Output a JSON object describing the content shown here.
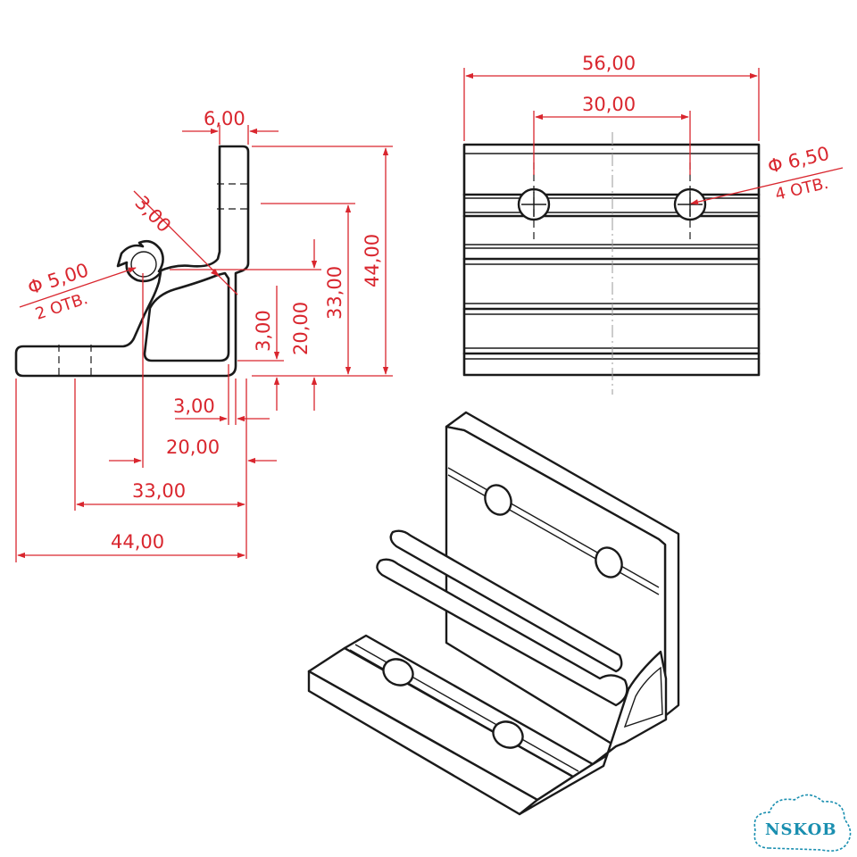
{
  "colors": {
    "dimension": "#d9262e",
    "outline": "#1a1a1a",
    "centerline": "#9a9a9a",
    "logo": "#1a8fb0"
  },
  "side_view": {
    "dims": {
      "wall_thickness": "6,00",
      "chamfer": "3,00",
      "slot_diameter": "Φ 5,00",
      "slot_count": "2 ОТВ.",
      "v_height_total": "44,00",
      "v_height_33": "33,00",
      "v_height_20": "20,00",
      "v_height_3": "3,00",
      "h_width_3": "3,00",
      "h_width_20": "20,00",
      "h_width_33": "33,00",
      "h_width_total": "44,00"
    }
  },
  "top_view": {
    "dims": {
      "length_total": "56,00",
      "hole_spacing": "30,00",
      "hole_diameter": "Φ 6,50",
      "hole_count": "4 ОТВ."
    }
  },
  "iso_view": {
    "icon": "bracket-isometric-icon"
  },
  "watermark": {
    "text": "NSKOB",
    "icon": "cloud-icon"
  }
}
